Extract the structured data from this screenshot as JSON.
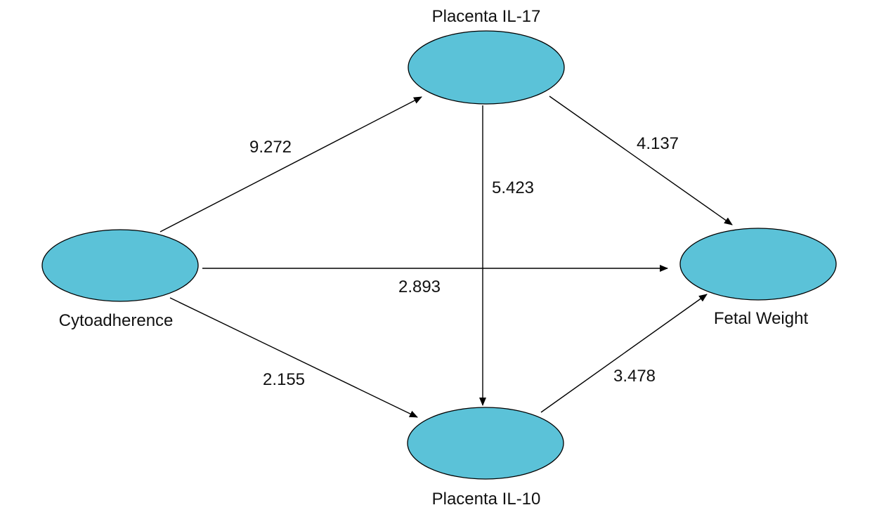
{
  "diagram": {
    "nodes": {
      "cytoadherence": {
        "label": "Cytoadherence"
      },
      "il17": {
        "label": "Placenta IL-17"
      },
      "il10": {
        "label": "Placenta IL-10"
      },
      "fetal_weight": {
        "label": "Fetal Weight"
      }
    },
    "edges": [
      {
        "from": "cytoadherence",
        "to": "il17",
        "label": "9.272"
      },
      {
        "from": "il17",
        "to": "fetal_weight",
        "label": "4.137"
      },
      {
        "from": "il17",
        "to": "il10",
        "label": "5.423"
      },
      {
        "from": "cytoadherence",
        "to": "fetal_weight",
        "label": "2.893"
      },
      {
        "from": "cytoadherence",
        "to": "il10",
        "label": "2.155"
      },
      {
        "from": "il10",
        "to": "fetal_weight",
        "label": "3.478"
      }
    ],
    "colors": {
      "node_fill": "#5bc2d8",
      "stroke": "#000000"
    }
  }
}
